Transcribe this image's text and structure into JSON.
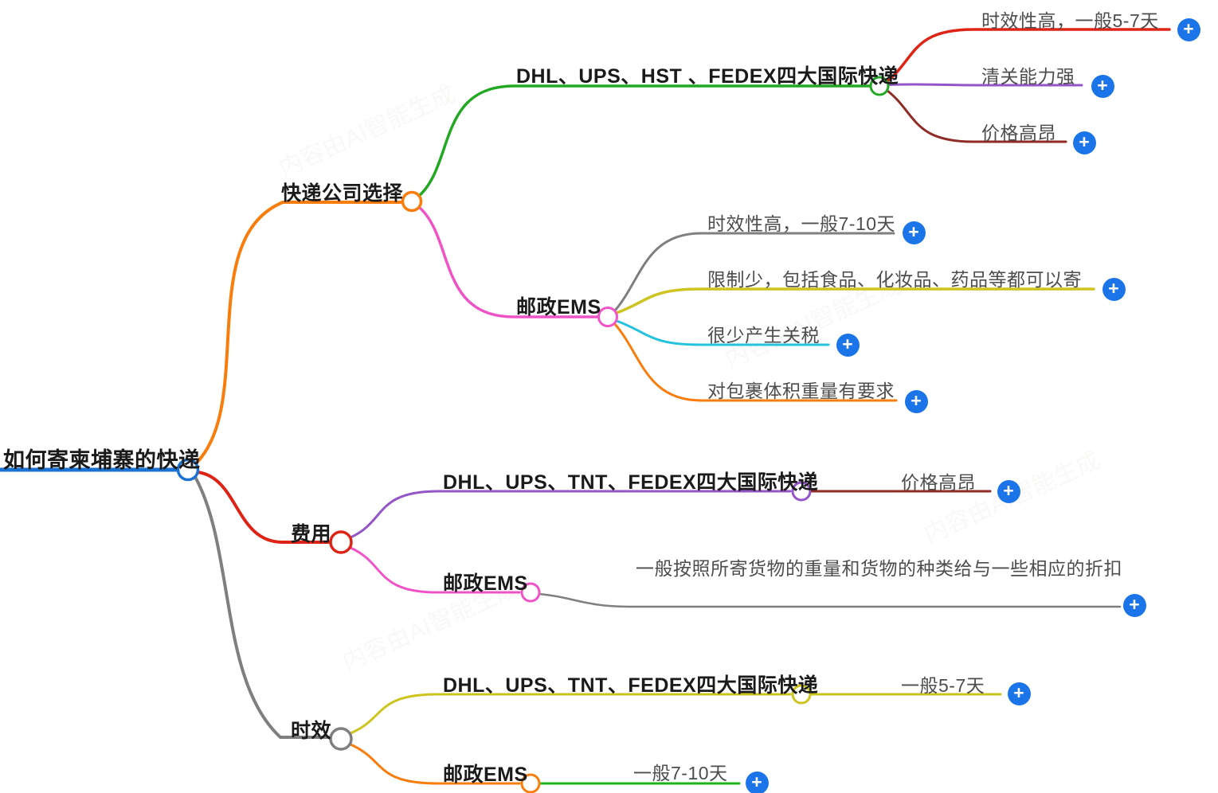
{
  "canvas": {
    "background": "#ffffff"
  },
  "watermark": {
    "text": "内容由AI智能生成"
  },
  "icons": {
    "plus_glyph": "+",
    "plus_color": "#1b74e8"
  },
  "nodes": {
    "root": {
      "label": "如何寄柬埔寨的快递",
      "color": "#1a73d2"
    },
    "company": {
      "label": "快递公司选择",
      "color": "#f87d0d"
    },
    "dhl_hst": {
      "label": "DHL、UPS、HST 、FEDEX四大国际快递",
      "color": "#22a822"
    },
    "dhl_hst_time": {
      "label": "时效性高，一般5-7天",
      "color": "#dd2416"
    },
    "dhl_hst_customs": {
      "label": "清关能力强",
      "color": "#9355c8"
    },
    "dhl_hst_price": {
      "label": "价格高昂",
      "color": "#8f2a25"
    },
    "ems1": {
      "label": "邮政EMS",
      "color": "#f053c6"
    },
    "ems1_time": {
      "label": "时效性高，一般7-10天",
      "color": "#7f7f7f"
    },
    "ems1_limit": {
      "label": "限制少，包括食品、化妆品、药品等都可以寄",
      "color": "#cdc41f"
    },
    "ems1_tariff": {
      "label": "很少产生关税",
      "color": "#25c2e0"
    },
    "ems1_volume": {
      "label": "对包裹体积重量有要求",
      "color": "#f87d0d"
    },
    "cost": {
      "label": "费用",
      "color": "#dd2416"
    },
    "cost_dhl": {
      "label": "DHL、UPS、TNT、FEDEX四大国际快递",
      "color": "#9355c8"
    },
    "cost_dhl_price": {
      "label": "价格高昂",
      "color": "#8f2a25"
    },
    "cost_ems": {
      "label": "邮政EMS",
      "color": "#f053c6"
    },
    "cost_ems_discount": {
      "label": "一般按照所寄货物的重量和货物的种类给与一些相应的折扣",
      "color": "#7f7f7f"
    },
    "timeliness": {
      "label": "时效",
      "color": "#7f7f7f"
    },
    "time_dhl": {
      "label": "DHL、UPS、TNT、FEDEX四大国际快递",
      "color": "#cdc41f"
    },
    "time_dhl_days": {
      "label": "一般5-7天",
      "color": "#cdc41f"
    },
    "time_ems": {
      "label": "邮政EMS",
      "color": "#f87d0d"
    },
    "time_ems_days": {
      "label": "一般7-10天",
      "color": "#1db31d"
    }
  }
}
